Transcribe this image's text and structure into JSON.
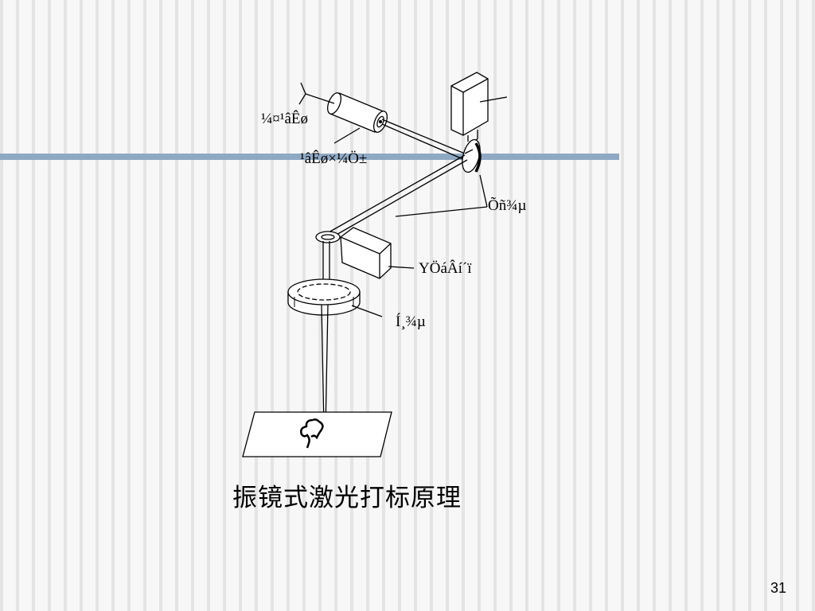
{
  "slide": {
    "caption": "振镜式激光打标原理",
    "page_number": "31",
    "bar_color": "#8fa9c4"
  },
  "diagram": {
    "labels": {
      "laser": "¼¤¹âÊø",
      "collimator": "¹âÊø×¼Ö±",
      "mirror": "Õñ¾µ",
      "y_scanner": "YÖáÂí´ï",
      "lens": "Í¸¾µ"
    }
  }
}
